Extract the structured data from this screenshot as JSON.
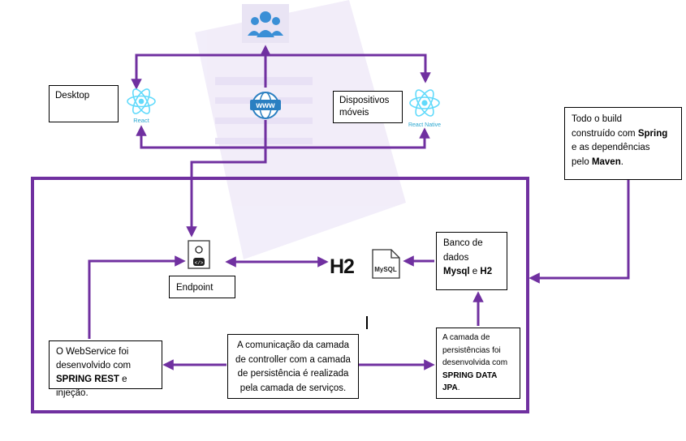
{
  "colors": {
    "arrow": "#7030a0",
    "frame": "#7030a0",
    "react": "#61dafb",
    "users": "#3a8fd6",
    "watermark": "#efe9f8"
  },
  "top": {
    "users_icon": "users-icon",
    "desktop_label": "Desktop",
    "react_icon": "react-icon",
    "react_caption": "React",
    "www_icon": "www-globe-icon",
    "www_text": "www",
    "mobile_label_line1": "Dispositivos",
    "mobile_label_line2": "móveis",
    "react_native_icon": "react-native-icon",
    "react_native_caption": "React Native"
  },
  "build_note": {
    "line1": "Todo o build",
    "line2_pre": "construído com ",
    "line2_bold": "Spring",
    "line3": "e as dependências",
    "line4_pre": "pelo ",
    "line4_bold": "Maven",
    "line4_post": "."
  },
  "endpoint": {
    "icon": "endpoint-document-icon",
    "label": "Endpoint"
  },
  "database": {
    "h2_logo": "H2",
    "mysql_logo": "MySQL",
    "line1": "Banco de",
    "line2": "dados",
    "line3_bold1": "Mysql",
    "line3_mid": " e ",
    "line3_bold2": "H2"
  },
  "webservice": {
    "line1": "O WebService foi",
    "line2": "desenvolvido com",
    "line3_bold": "SPRING REST",
    "line3_post": " e injeção."
  },
  "communication": {
    "line1": "A comunicação da camada",
    "line2": "de controller com a camada",
    "line3": "de persistência é realizada",
    "line4": "pela camada de serviços."
  },
  "persistence": {
    "line1": "A camada de",
    "line2": "persistências foi",
    "line3": "desenvolvida com",
    "line4_bold": "SPRING DATA",
    "line5_bold": "JPA",
    "line5_post": "."
  }
}
